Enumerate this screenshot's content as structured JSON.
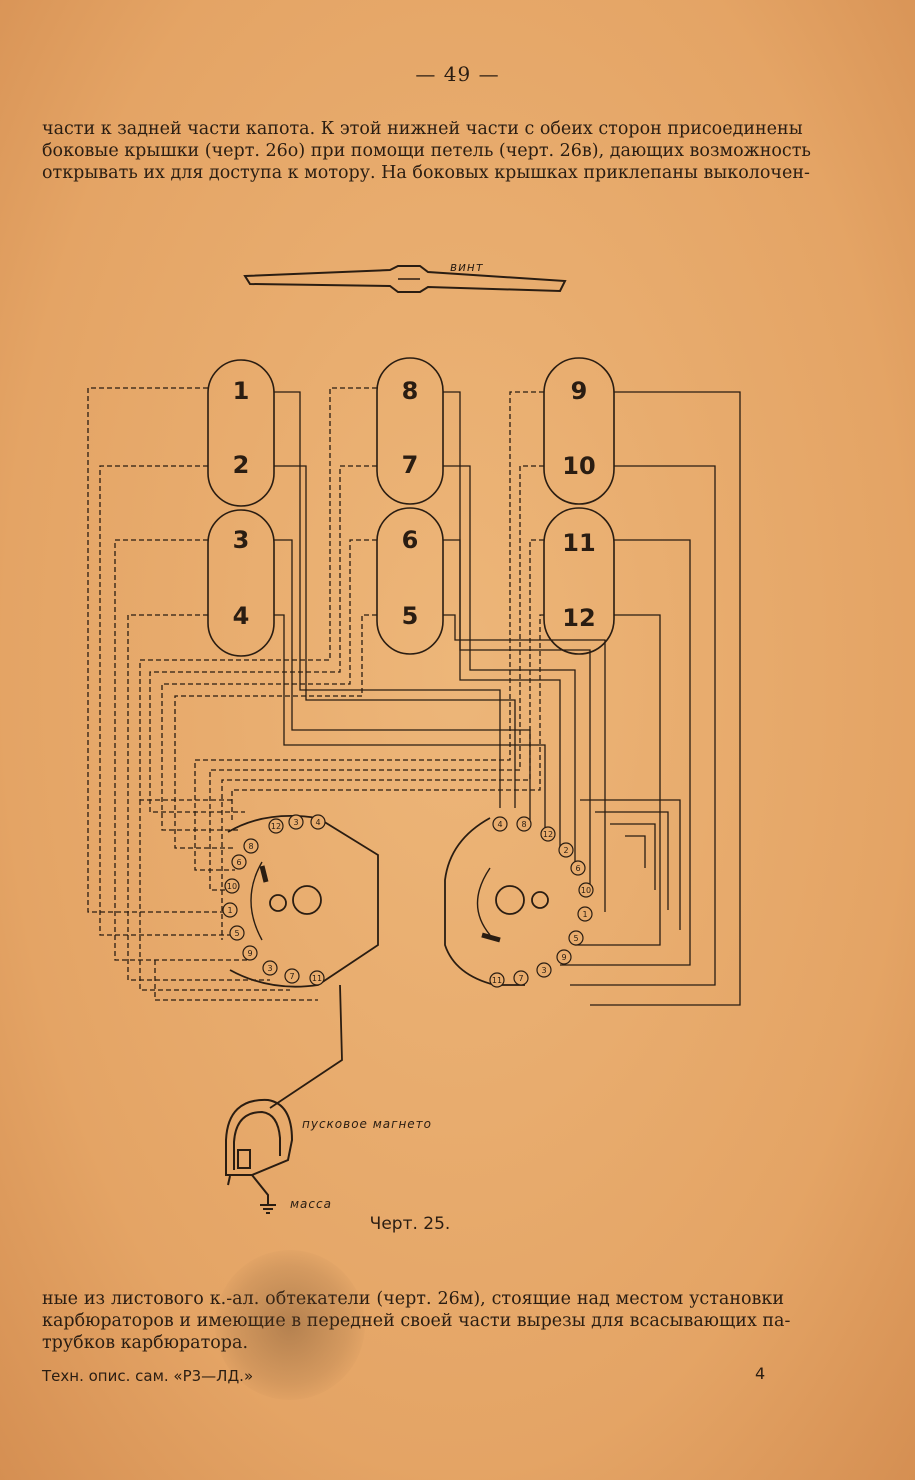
{
  "page_number": "— 49 —",
  "paragraph_top": [
    "части к задней части капота. К этой нижней части с обеих сторон присоединены",
    "боковые крышки (черт. 26о) при помощи петель (черт. 26в), дающих возможность",
    "открывать их для доступа к мотору. На боковых крышках приклепаны выколочен-"
  ],
  "diagram": {
    "propeller_label": "винт",
    "cylinders_left": [
      "1",
      "2",
      "3",
      "4"
    ],
    "cylinders_middle": [
      "8",
      "7",
      "6",
      "5"
    ],
    "cylinders_right": [
      "9",
      "10",
      "11",
      "12"
    ],
    "distributor_left": [
      "12",
      "3",
      "4",
      "6",
      "10",
      "1",
      "5",
      "9",
      "3",
      "7",
      "11",
      "8"
    ],
    "distributor_right": [
      "4",
      "8",
      "12",
      "2",
      "6",
      "10",
      "1",
      "5",
      "9",
      "3",
      "7",
      "11"
    ],
    "magneto_label": "пусковое магнето",
    "ground_label": "масса"
  },
  "caption": "Черт. 25.",
  "paragraph_bottom": [
    "ные из листового к.-ал. обтекатели (черт. 26м), стоящие над местом установки",
    "карбюраторов и имеющие в передней своей части вырезы для всасывающих па-",
    "трубков карбюратора."
  ],
  "footer": {
    "left": "Техн. опис. сам. «Р3—ЛД.»",
    "right": "4"
  }
}
